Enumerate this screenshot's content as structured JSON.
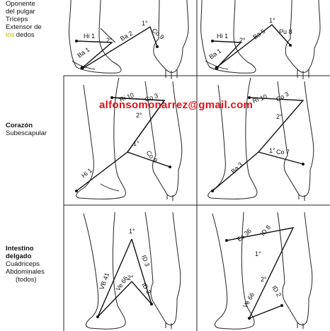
{
  "rows": [
    {
      "labels": [
        "Oponente",
        "del pulgar",
        "Tríceps",
        "Extensor de",
        "los",
        "dedos"
      ],
      "panels": [
        {
          "points": [
            "Hi 1",
            "Ba 2",
            "Co 9",
            "Ba 1"
          ],
          "marks": [
            "1°",
            "2°"
          ]
        },
        {
          "points": [
            "Hi 1",
            "Ba 5",
            "Pu 8",
            "Ba 1"
          ],
          "marks": [
            "1°",
            "2°"
          ]
        }
      ]
    },
    {
      "labels": [
        "Corazón",
        "Subescapular"
      ],
      "panels": [
        {
          "points": [
            "Ri 10",
            "Co 3",
            "Co 9",
            "Hi 1"
          ],
          "marks": [
            "1°",
            "2°"
          ]
        },
        {
          "points": [
            "Ri 10",
            "Co 3",
            "Co 7",
            "Ba 3"
          ],
          "marks": [
            "1°",
            "2°"
          ]
        }
      ]
    },
    {
      "labels": [
        "Intestino",
        "delgado",
        "Cuádriceps",
        "Abdominales",
        "(todos)"
      ],
      "panels": [
        {
          "points": [
            "ID 3",
            "VB 41",
            "Ve 66",
            "ID 2"
          ],
          "marks": [
            "1°",
            "2°"
          ]
        },
        {
          "points": [
            "Es 36",
            "ID 8",
            "Ve 66",
            "ID 2"
          ],
          "marks": [
            "1°",
            "2°"
          ]
        }
      ]
    }
  ],
  "watermark": "alfonsomonarrez@gmail.com"
}
